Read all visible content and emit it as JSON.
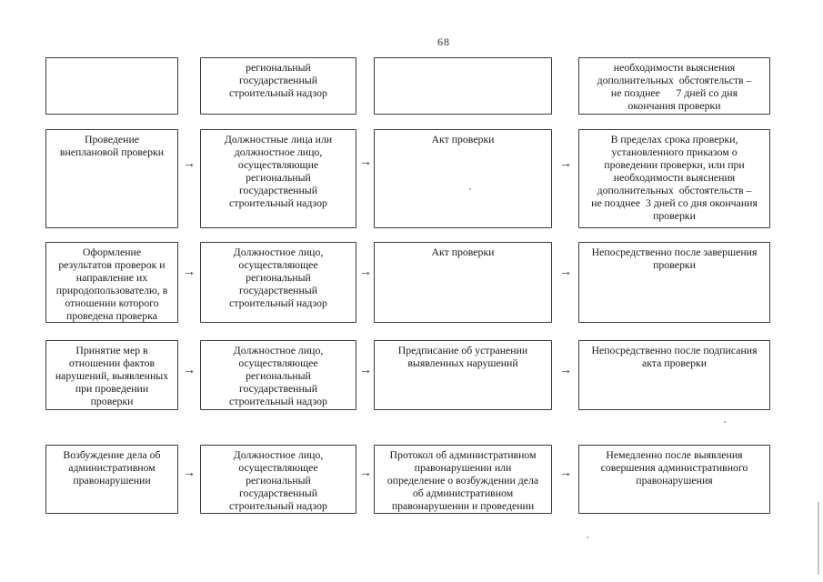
{
  "page_number": "68",
  "arrow_glyph": "→",
  "colors": {
    "border": "#3a3a3a",
    "text": "#191919"
  },
  "rows": [
    {
      "cells": [
        {
          "text": ""
        },
        {
          "text": "региональный\nгосударственный\nстроительный надзор"
        },
        {
          "text": ""
        },
        {
          "text": "необходимости выяснения\nдополнительных  обстоятельств –\nне позднее      7 дней со дня\nокончания проверки"
        }
      ]
    },
    {
      "cells": [
        {
          "text": "Проведение\nвнеплановой проверки"
        },
        {
          "text": "Должностные лица или\nдолжностное лицо,\nосуществляющие\nрегиональный\nгосударственный\nстроительный надзор"
        },
        {
          "text": "Акт проверки"
        },
        {
          "text": "В пределах срока проверки,\nустановленного приказом о\nпроведении проверки, или при\nнеобходимости выяснения\nдополнительных  обстоятельств –\nне позднее  3 дней со дня окончания\nпроверки"
        }
      ]
    },
    {
      "cells": [
        {
          "text": "Оформление\nрезультатов проверок и\nнаправление их\nприродопользователю, в\nотношении которого\nпроведена проверка"
        },
        {
          "text": "Должностное лицо,\nосуществляющее\nрегиональный\nгосударственный\nстроительный надзор"
        },
        {
          "text": "Акт проверки"
        },
        {
          "text": "Непосредственно после завершения\nпроверки"
        }
      ]
    },
    {
      "cells": [
        {
          "text": "Принятие мер в\nотношении фактов\nнарушений, выявленных\nпри проведении\nпроверки"
        },
        {
          "text": "Должностное лицо,\nосуществляющее\nрегиональный\nгосударственный\nстроительный надзор"
        },
        {
          "text": "Предписание об устранении\nвыявленных нарушений"
        },
        {
          "text": "Непосредственно после подписания\nакта проверки"
        }
      ]
    },
    {
      "cells": [
        {
          "text": "Возбуждение дела об\nадминистративном\nправонарушении"
        },
        {
          "text": "Должностное лицо,\nосуществляющее\nрегиональный\nгосударственный\nстроительный надзор"
        },
        {
          "text": "Протокол об административном\nправонарушении или\nопределение о возбуждении дела\nоб административном\nправонарушении и проведении"
        },
        {
          "text": "Немедленно после выявления\nсовершения административного\nправонарушения"
        }
      ]
    }
  ]
}
